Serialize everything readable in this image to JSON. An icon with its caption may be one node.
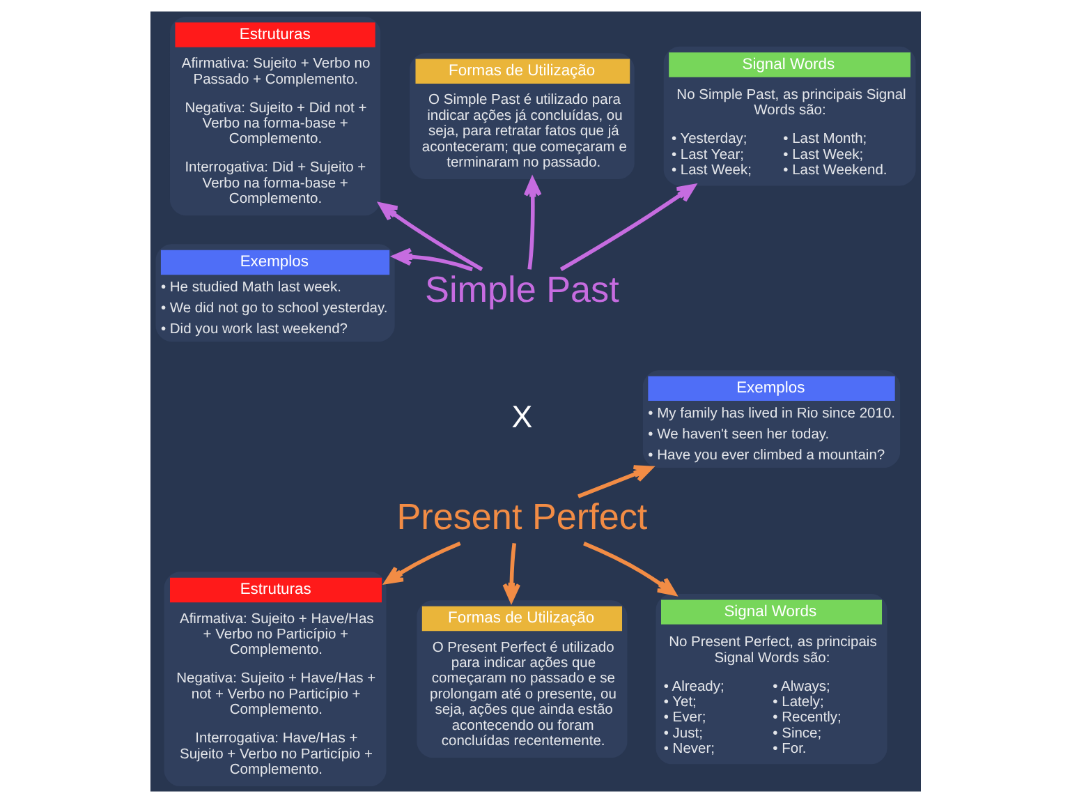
{
  "diagram": {
    "nodes": [
      {
        "text": [
          "Estruturas",
          "Afirmativa: Sujeito + Verbo no Passado + Complemento.",
          "Negativa: Sujeito + Did not + Verbo na forma-base + Complemento.",
          "Interrogativa: Did + Sujeito + Verbo na forma-base + Complemento."
        ]
      },
      {
        "text": [
          "Formas de Utilização",
          "O Simple Past é utilizado para indicar ações já concluídas, ou seja, para retratar fatos que já aconteceram; que começaram e terminaram no passado."
        ]
      },
      {
        "text": [
          "Signal Words",
          "No Simple Past, as principais Signal Words são:",
          "• Yesterday;",
          "• Last Year;",
          "• Last Week;",
          "• Last Month;",
          "• Last Week;",
          "• Last Weekend."
        ]
      },
      {
        "text": [
          "Simple Past"
        ]
      },
      {
        "text": [
          "Exemplos",
          "• He studied Math last week.",
          "• We did not go to school yesterday.",
          "• Did you work last weekend?"
        ]
      },
      {
        "text": [
          "Exemplos",
          "• My family has lived in Rio since 2010.",
          "• We haven't seen her today.",
          "• Have you ever climbed a mountain?"
        ]
      },
      {
        "text": [
          "Present Perfect"
        ]
      },
      {
        "text": [
          "Estruturas",
          "Afirmativa: Sujeito + Have/Has + Verbo no Particípio + Complemento.",
          "Negativa: Sujeito + Have/Has + not + Verbo no Particípio + Complemento.",
          "Interrogativa: Have/Has + Sujeito + Verbo no Particípio + Complemento."
        ]
      },
      {
        "text": [
          "Formas de Utilização",
          "O Present Perfect é utilizado para indicar ações que começaram no passado e se prolongam até o presente, ou seja, ações que ainda estão acontecendo ou foram concluídas recentemente."
        ]
      },
      {
        "text": [
          "Signal Words",
          "No Present Perfect, as principais Signal Words são:",
          "• Already;",
          "• Yet;",
          "• Ever;",
          "• Just;",
          "• Never;",
          "• Always;",
          "• Lately;",
          "• Recently;",
          "• Since;",
          "• For."
        ]
      }
    ],
    "edges": [
      {
        "from": 3,
        "to": 0,
        "arrow": "to",
        "color": "#c66ce0"
      },
      {
        "from": 3,
        "to": 4,
        "arrow": "to",
        "color": "#c66ce0"
      },
      {
        "from": 3,
        "to": 1,
        "arrow": "to",
        "color": "#c66ce0"
      },
      {
        "from": 3,
        "to": 2,
        "arrow": "to",
        "color": "#c66ce0"
      },
      {
        "from": 6,
        "to": 5,
        "arrow": "to",
        "color": "#f28c45"
      },
      {
        "from": 6,
        "to": 9,
        "arrow": "to",
        "color": "#f28c45"
      },
      {
        "from": 6,
        "to": 8,
        "arrow": "to",
        "color": "#f28c45"
      },
      {
        "from": 6,
        "to": 7,
        "arrow": "to",
        "color": "#f28c45"
      }
    ],
    "labels": [
      "X"
    ]
  }
}
